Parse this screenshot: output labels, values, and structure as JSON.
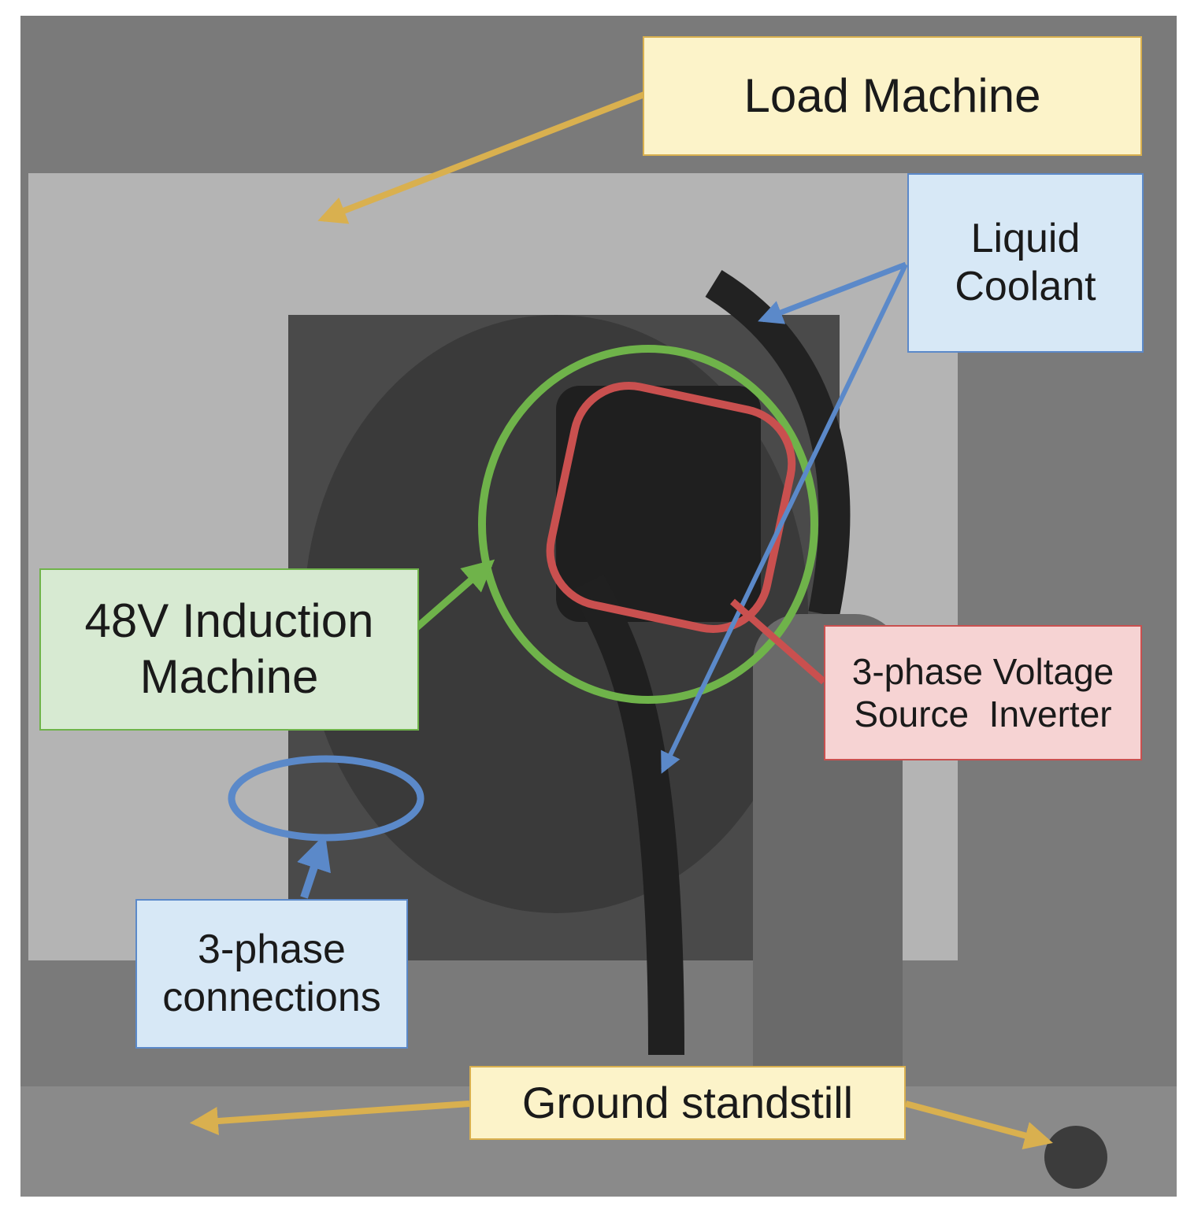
{
  "labels": {
    "load_machine": "Load Machine",
    "liquid_coolant_1": "Liquid",
    "liquid_coolant_2": "Coolant",
    "induction_1": "48V Induction",
    "induction_2": "Machine",
    "inverter_1": "3-phase Voltage",
    "inverter_2": "Source  Inverter",
    "connections_1": "3-phase",
    "connections_2": "connections",
    "ground": "Ground standstill"
  },
  "colors": {
    "yellow_fill": "#fcf3c9",
    "yellow_stroke": "#d9b04f",
    "blue_fill": "#d7e8f6",
    "blue_stroke": "#5b89c9",
    "green_fill": "#d7ead2",
    "green_stroke": "#6fb34a",
    "red_fill": "#f6d3d3",
    "red_stroke": "#c9504f"
  }
}
